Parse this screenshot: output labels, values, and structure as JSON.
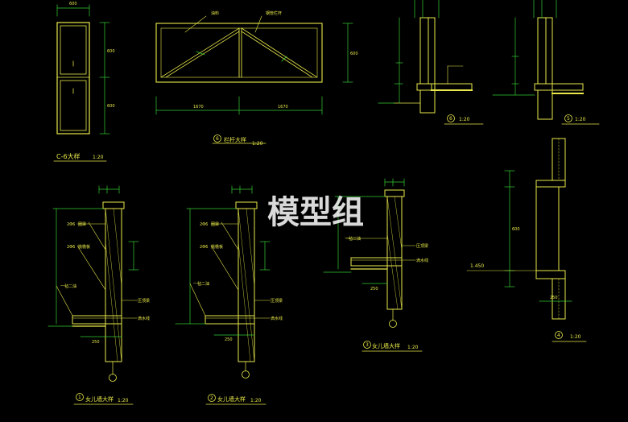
{
  "watermark": "模型组",
  "titles": {
    "c6": "C-6大样",
    "c6_scale": "1:20",
    "railing": "栏杆大样",
    "railing_num": "6",
    "railing_scale": "1:20",
    "d1": "女儿墙大样",
    "d1_num": "1",
    "d1_scale": "1:20",
    "d2": "女儿墙大样",
    "d2_num": "2",
    "d2_scale": "1:20",
    "d3": "女儿墙大样",
    "d3_num": "3",
    "d3_scale": "1:20",
    "d4_num": "4",
    "d4_scale": "1:20",
    "d5_num": "5",
    "d5_scale": "1:20",
    "d6_num": "6",
    "d6_scale": "1:20"
  },
  "notes": {
    "paint": "油料",
    "steel": "钢管栏杆",
    "rebar": "2Φ6",
    "rebar2": "2Φ6",
    "ring": "圈梁",
    "rail": "挑檐板",
    "rail2": "压顶梁",
    "water": "滴水线",
    "one_two": "一毡二油",
    "elev1": "1.450"
  },
  "dims": {
    "c6_w": "600",
    "c6_h1": "600",
    "c6_h2": "600",
    "r_w1": "1670",
    "r_w2": "1670",
    "r_h": "600",
    "d1_w": "250",
    "d2_w": "250",
    "d3_w": "250",
    "d4_h": "600",
    "d4_w": "250"
  }
}
